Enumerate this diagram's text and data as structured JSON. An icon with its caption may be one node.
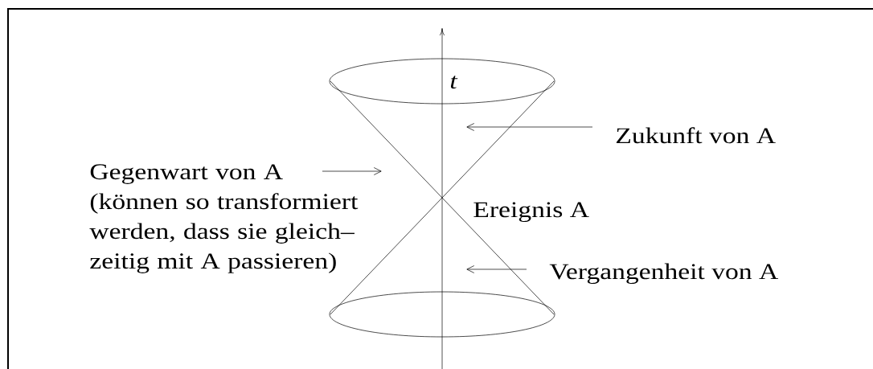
{
  "diagram": {
    "nodes": [
      {
        "text": [
          "Zukunft von A"
        ]
      },
      {
        "text": [
          "Gegenwart von A",
          "(können so transformiert werden, dass sie gleich– zeitig mit A passieren)"
        ]
      },
      {
        "text": [
          "Vergangenheit von A"
        ]
      }
    ],
    "edges": [
      {
        "from": 0,
        "to": null,
        "arrow": "to"
      },
      {
        "from": 1,
        "to": null,
        "arrow": "to"
      },
      {
        "from": 2,
        "to": null,
        "arrow": "to"
      }
    ],
    "labels": [
      "t",
      "Ereignis A"
    ]
  }
}
